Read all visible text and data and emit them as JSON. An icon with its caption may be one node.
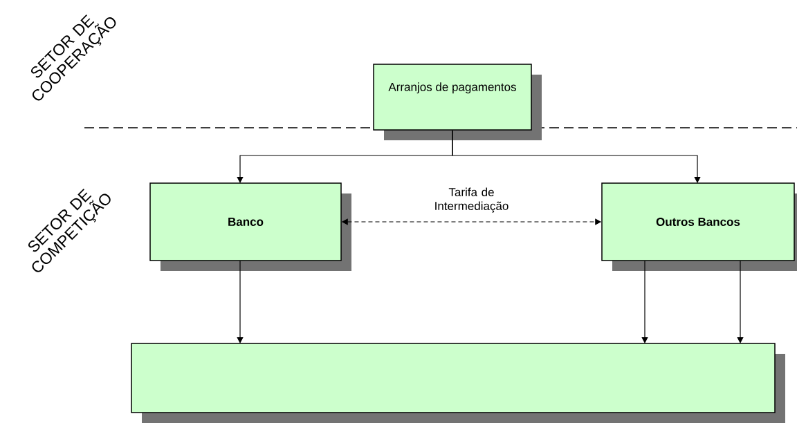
{
  "diagram": {
    "nodes": [
      {
        "text": [
          "Arranjos de pagamentos"
        ]
      },
      {
        "text": [
          "Banco"
        ]
      },
      {
        "text": [
          "Outros Bancos"
        ]
      },
      {
        "text": [],
        "shape": "box"
      }
    ],
    "edges": [
      {
        "from": 0,
        "to": 1,
        "arrow": "to"
      },
      {
        "from": 0,
        "to": 2,
        "arrow": "to"
      },
      {
        "from": 1,
        "to": 2,
        "arrow": "both",
        "style": "dashed",
        "label": "Tarifa de Intermediação"
      },
      {
        "from": 1,
        "to": 3,
        "arrow": "to"
      },
      {
        "from": 2,
        "to": 3,
        "arrow": "to"
      },
      {
        "from": 2,
        "to": 3,
        "arrow": "to"
      }
    ],
    "labels": [
      "SETOR DE COOPERAÇÃO",
      "SETOR DE COMPETIÇÃO"
    ]
  }
}
